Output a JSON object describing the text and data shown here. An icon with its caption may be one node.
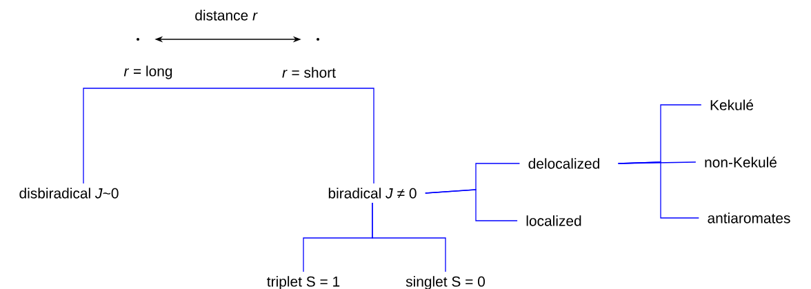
{
  "diagram": {
    "nodes": [
      {
        "text": [],
        "shape": "circle"
      },
      {
        "text": [],
        "shape": "circle"
      },
      {
        "text": [
          "disbiradical *J*~0"
        ]
      },
      {
        "text": [
          "biradical *J* ≠ 0"
        ]
      },
      {
        "text": [
          "delocalized"
        ]
      },
      {
        "text": [
          "localized"
        ]
      },
      {
        "text": [
          "Kekulé"
        ]
      },
      {
        "text": [
          "non-Kekulé"
        ]
      },
      {
        "text": [
          "antiaromates"
        ]
      },
      {
        "text": [
          "triplet S = 1"
        ]
      },
      {
        "text": [
          "singlet S = 0"
        ]
      }
    ],
    "edges": [
      {
        "from": 0,
        "to": 1,
        "arrow": "both",
        "label": "distance *r*",
        "color": "#000000"
      },
      {
        "from": 2,
        "to": 3,
        "arrow": "none"
      },
      {
        "from": 3,
        "to": 4,
        "arrow": "none"
      },
      {
        "from": 3,
        "to": 5,
        "arrow": "none"
      },
      {
        "from": 4,
        "to": 6,
        "arrow": "none"
      },
      {
        "from": 4,
        "to": 7,
        "arrow": "none"
      },
      {
        "from": 4,
        "to": 8,
        "arrow": "none"
      },
      {
        "from": 3,
        "to": 9,
        "arrow": "none"
      },
      {
        "from": 3,
        "to": 10,
        "arrow": "none"
      }
    ],
    "labels": [
      "*r* = long",
      "*r* = short"
    ]
  }
}
